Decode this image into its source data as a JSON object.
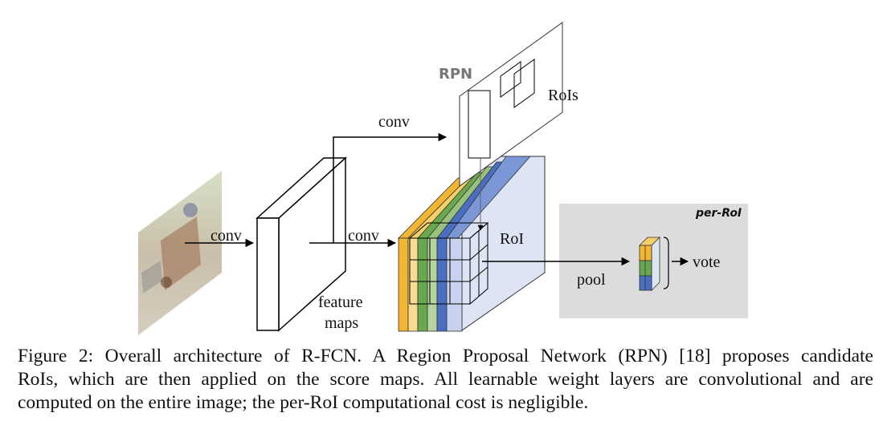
{
  "figure": {
    "labels": {
      "conv_input": "conv",
      "conv_top": "conv",
      "conv_mid": "conv",
      "feature_maps_1": "feature",
      "feature_maps_2": "maps",
      "rpn": "RPN",
      "rois": "RoIs",
      "roi": "RoI",
      "pool": "pool",
      "vote": "vote",
      "per_roi": "per-RoI"
    },
    "colors": {
      "yellow": "#f2b632",
      "green": "#6aa84f",
      "blue": "#4a6fc0",
      "panel_gray": "#dcdcdc",
      "score_bg": "#dde5f4"
    },
    "icons": [
      "photo-input-image",
      "arrow-icon"
    ]
  },
  "caption": {
    "line1": "Figure 2: Overall architecture of R-FCN. A Region Proposal Network (RPN) [18] proposes candidate",
    "line2": "RoIs, which are then applied on the score maps. All learnable weight layers are convolutional and are",
    "line3": "computed on the entire image; the per-RoI computational cost is negligible."
  }
}
